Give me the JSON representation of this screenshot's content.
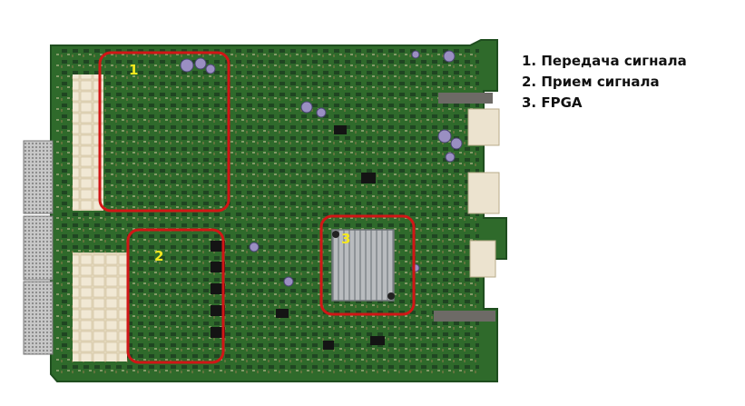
{
  "legend": {
    "items": [
      "1. Передача сигнала",
      "2. Прием сигнала",
      "3. FPGA"
    ]
  },
  "board": {
    "regions": [
      {
        "number": "1",
        "meaning": "Передача сигнала"
      },
      {
        "number": "2",
        "meaning": "Прием сигнала"
      },
      {
        "number": "3",
        "meaning": "FPGA"
      }
    ]
  },
  "colors": {
    "pcb_green": "#2f6a2b",
    "pcb_dark": "#1f4d1f",
    "highlight_red": "#d01616",
    "label_yellow": "#f5e81e",
    "heatsink": "#b9bcbf",
    "connector_cream": "#ece3cf"
  }
}
